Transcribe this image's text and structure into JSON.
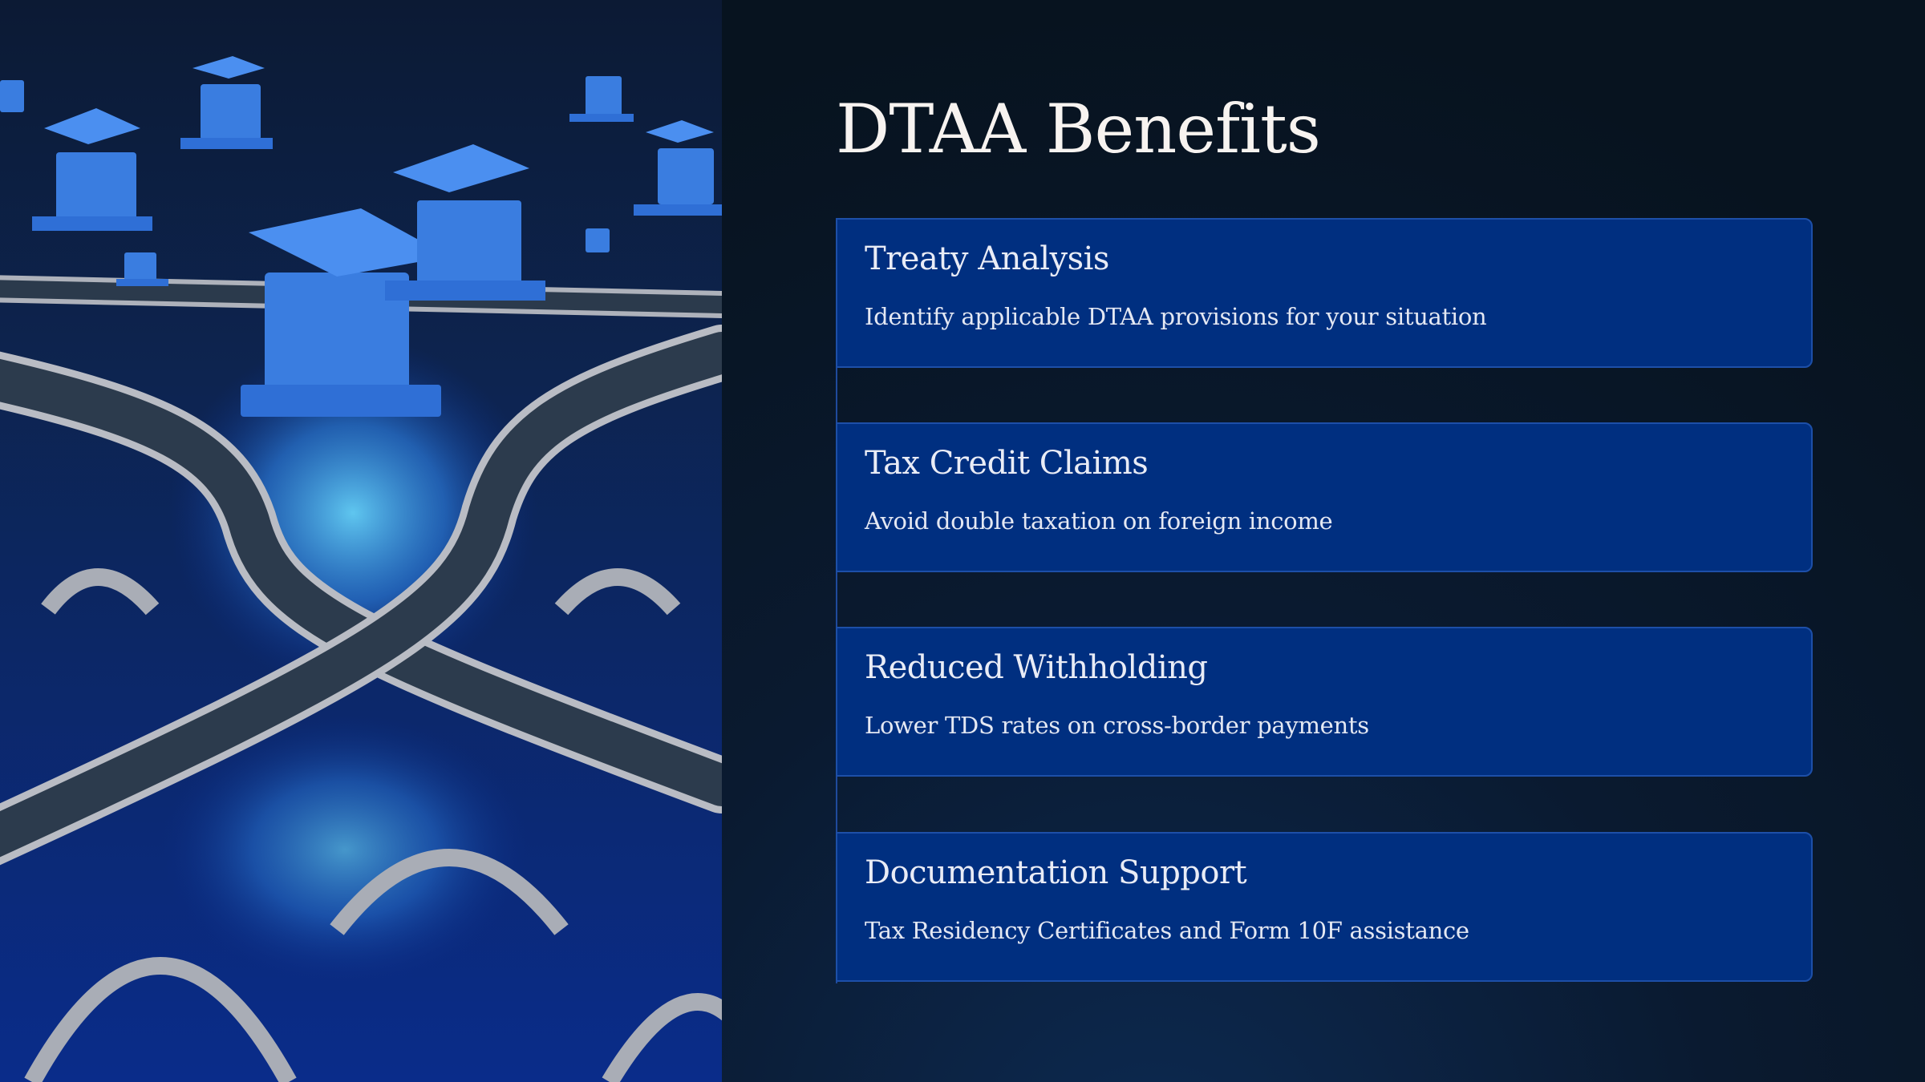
{
  "slide": {
    "title": "DTAA Benefits",
    "illustration_icon": "bridge-interchange-with-bank-buildings-illustration",
    "accent_color": "#002f80",
    "cards": [
      {
        "heading": "Treaty Analysis",
        "description": "Identify applicable DTAA provisions for your situation"
      },
      {
        "heading": "Tax Credit Claims",
        "description": "Avoid double taxation on foreign income"
      },
      {
        "heading": "Reduced Withholding",
        "description": "Lower TDS rates on cross-border payments"
      },
      {
        "heading": "Documentation Support",
        "description": "Tax Residency Certificates and Form 10F assistance"
      }
    ]
  }
}
